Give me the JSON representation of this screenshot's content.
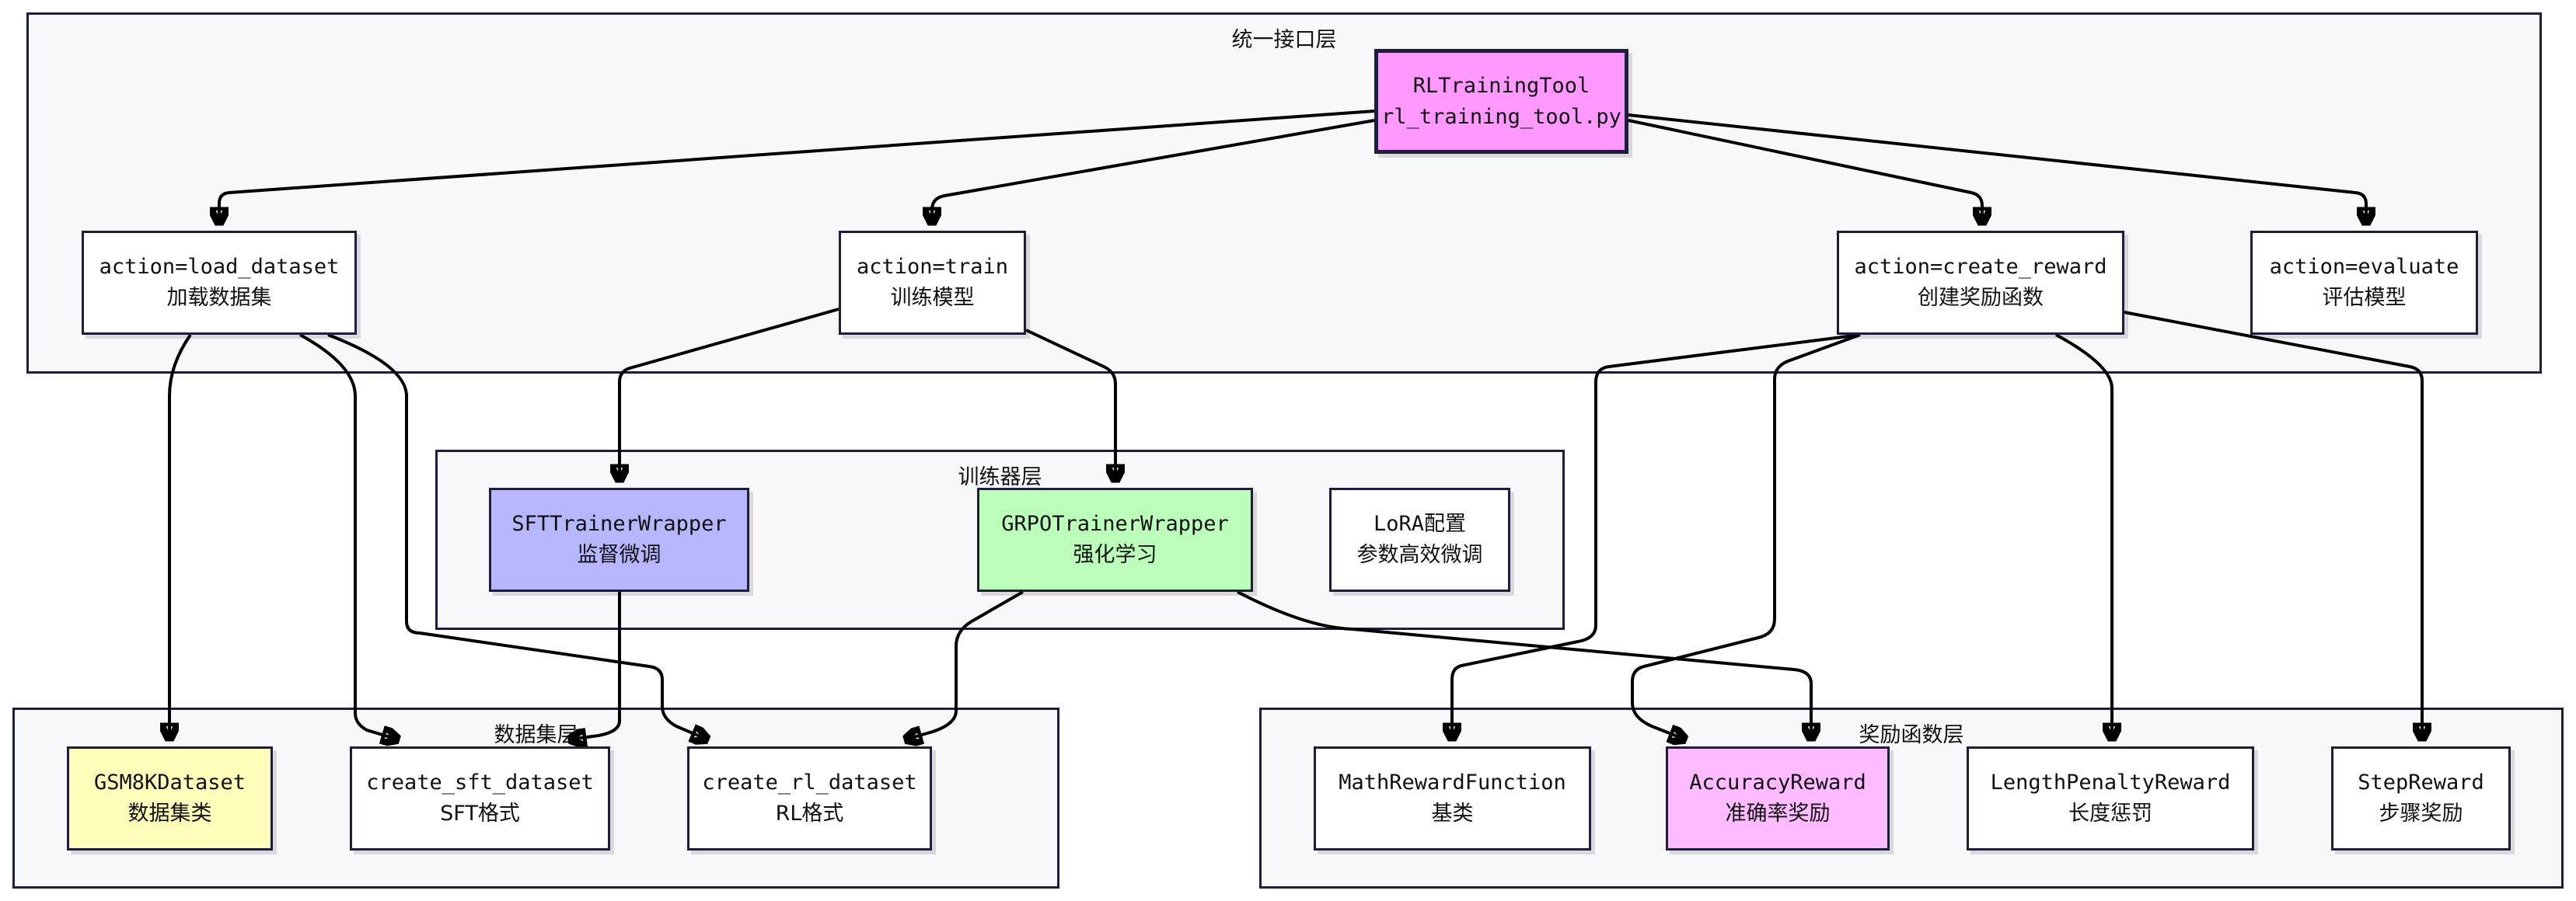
{
  "colors": {
    "main": "#ff99ff",
    "sft": "#b7b7ff",
    "grpo": "#bbffbb",
    "gsm8k": "#ffffbb",
    "accuracy": "#ffbbff",
    "group_bg": "#f8f8fb",
    "border": "#1e1e3c"
  },
  "groups": {
    "interface": "统一接口层",
    "trainer": "训练器层",
    "dataset": "数据集层",
    "reward": "奖励函数层"
  },
  "nodes": {
    "main": {
      "line1": "RLTrainingTool",
      "line2": "rl_training_tool.py"
    },
    "load": {
      "line1": "action=load_dataset",
      "line2": "加载数据集"
    },
    "train": {
      "line1": "action=train",
      "line2": "训练模型"
    },
    "create_reward": {
      "line1": "action=create_reward",
      "line2": "创建奖励函数"
    },
    "evaluate": {
      "line1": "action=evaluate",
      "line2": "评估模型"
    },
    "sft": {
      "line1": "SFTTrainerWrapper",
      "line2": "监督微调"
    },
    "grpo": {
      "line1": "GRPOTrainerWrapper",
      "line2": "强化学习"
    },
    "lora": {
      "line1": "LoRA配置",
      "line2": "参数高效微调"
    },
    "gsm8k": {
      "line1": "GSM8KDataset",
      "line2": "数据集类"
    },
    "sft_ds": {
      "line1": "create_sft_dataset",
      "line2": "SFT格式"
    },
    "rl_ds": {
      "line1": "create_rl_dataset",
      "line2": "RL格式"
    },
    "math": {
      "line1": "MathRewardFunction",
      "line2": "基类"
    },
    "accuracy": {
      "line1": "AccuracyReward",
      "line2": "准确率奖励"
    },
    "length": {
      "line1": "LengthPenaltyReward",
      "line2": "长度惩罚"
    },
    "step": {
      "line1": "StepReward",
      "line2": "步骤奖励"
    }
  }
}
